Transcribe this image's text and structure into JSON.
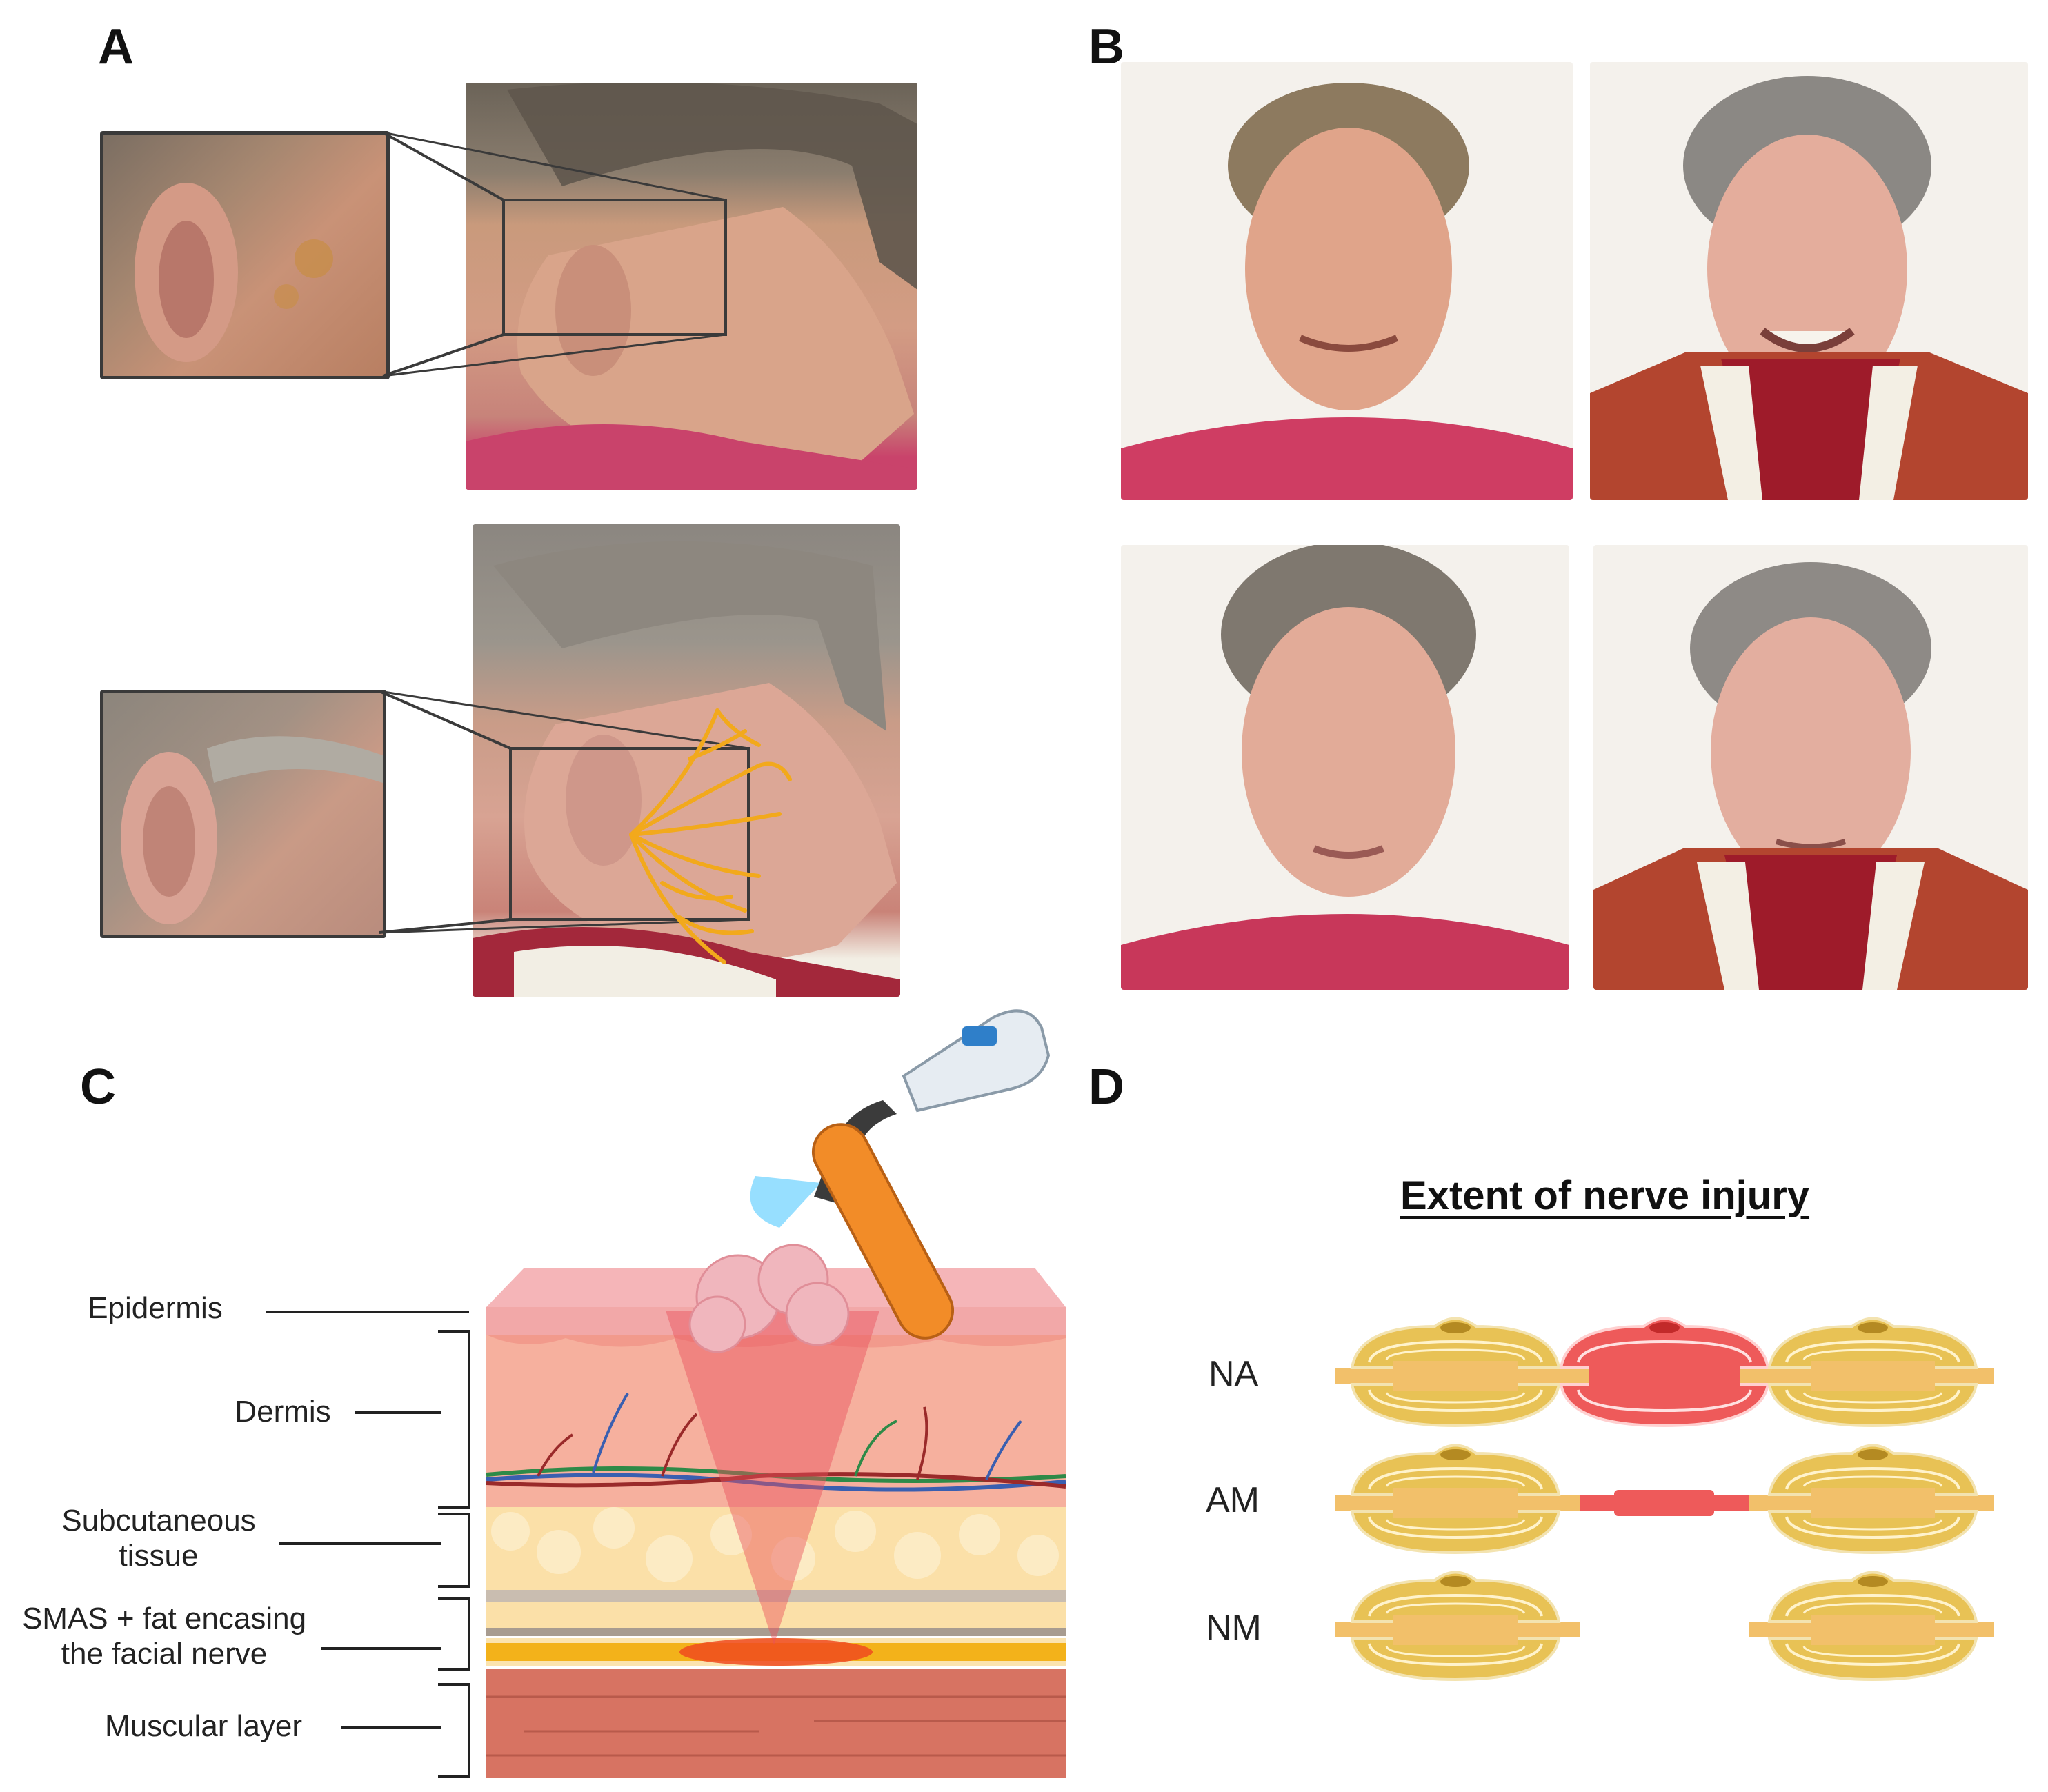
{
  "panels": {
    "a": "A",
    "b": "B",
    "c": "C",
    "d": "D"
  },
  "panel_c": {
    "layers": {
      "epidermis": "Epidermis",
      "dermis": "Dermis",
      "subcutaneous": "Subcutaneous\ntissue",
      "smas": "SMAS + fat encasing\nthe facial nerve",
      "muscular": "Muscular layer"
    }
  },
  "panel_d": {
    "title": "Extent of nerve injury",
    "rows": [
      {
        "label": "NA"
      },
      {
        "label": "AM"
      },
      {
        "label": "NM"
      }
    ],
    "colors": {
      "myelin_yellow": "#e8c255",
      "axon_orange": "#f2c06a",
      "injury_red": "#ee5a5a"
    }
  }
}
